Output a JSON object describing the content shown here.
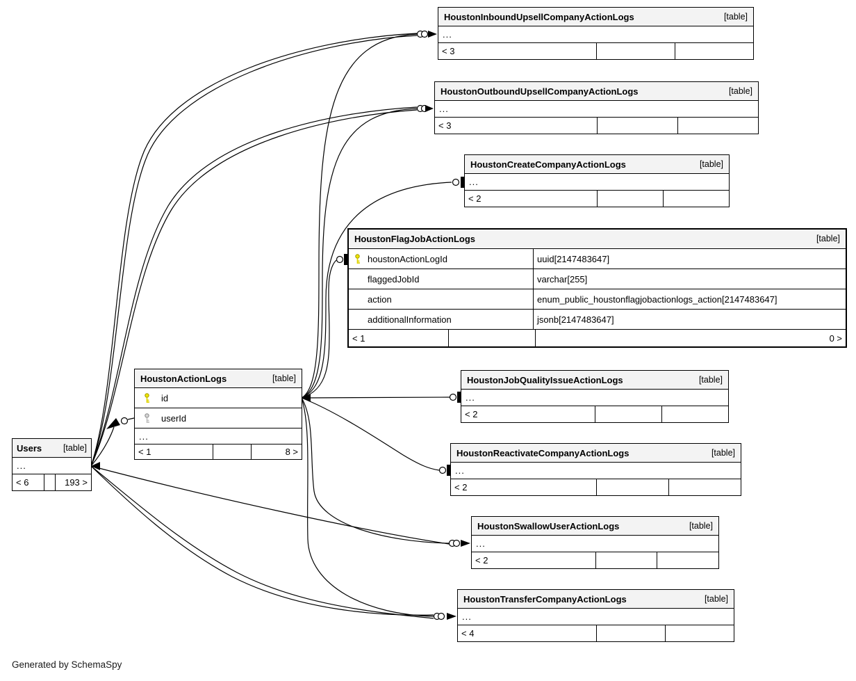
{
  "page": {
    "credit": "Generated by SchemaSpy"
  },
  "colors": {
    "header_bg": "#f3f3f3",
    "border": "#000000",
    "table_bg": "#ffffff",
    "primary_key": "#ece000",
    "foreign_key": "#cccccc"
  },
  "tables": {
    "inbound": {
      "name": "HoustonInboundUpsellCompanyActionLogs",
      "badge": "[table]",
      "dots": "...",
      "stat_in": "< 3"
    },
    "outbound": {
      "name": "HoustonOutboundUpsellCompanyActionLogs",
      "badge": "[table]",
      "dots": "...",
      "stat_in": "< 3"
    },
    "create": {
      "name": "HoustonCreateCompanyActionLogs",
      "badge": "[table]",
      "dots": "...",
      "stat_in": "< 2"
    },
    "flagjob": {
      "name": "HoustonFlagJobActionLogs",
      "badge": "[table]",
      "stat_in": "< 1",
      "stat_out": "0 >",
      "columns": [
        {
          "name": "houstonActionLogId",
          "type": "uuid[2147483647]",
          "key": "primary"
        },
        {
          "name": "flaggedJobId",
          "type": "varchar[255]",
          "key": ""
        },
        {
          "name": "action",
          "type": "enum_public_houstonflagjobactionlogs_action[2147483647]",
          "key": ""
        },
        {
          "name": "additionalInformation",
          "type": "jsonb[2147483647]",
          "key": ""
        }
      ]
    },
    "actionlogs": {
      "name": "HoustonActionLogs",
      "badge": "[table]",
      "dots": "...",
      "stat_in": "< 1",
      "stat_out": "8 >",
      "columns": [
        {
          "name": "id",
          "key": "primary"
        },
        {
          "name": "userId",
          "key": "foreign"
        }
      ]
    },
    "jobquality": {
      "name": "HoustonJobQualityIssueActionLogs",
      "badge": "[table]",
      "dots": "...",
      "stat_in": "< 2"
    },
    "users": {
      "name": "Users",
      "badge": "[table]",
      "dots": "...",
      "stat_in": "< 6",
      "stat_out": "193 >"
    },
    "reactivate": {
      "name": "HoustonReactivateCompanyActionLogs",
      "badge": "[table]",
      "dots": "...",
      "stat_in": "< 2"
    },
    "swallow": {
      "name": "HoustonSwallowUserActionLogs",
      "badge": "[table]",
      "dots": "...",
      "stat_in": "< 2"
    },
    "transfer": {
      "name": "HoustonTransferCompanyActionLogs",
      "badge": "[table]",
      "dots": "...",
      "stat_in": "< 4"
    }
  }
}
